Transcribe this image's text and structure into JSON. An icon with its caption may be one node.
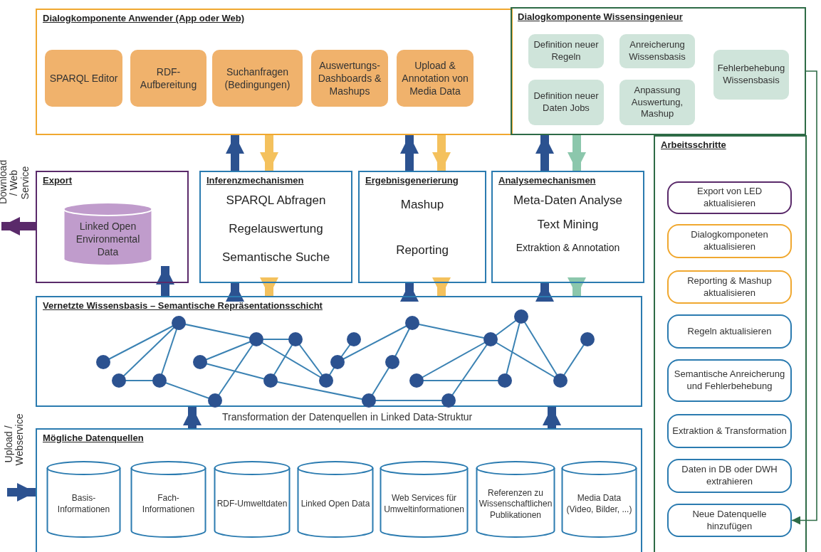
{
  "diagram": {
    "nodes": [
      {
        "text": [
          "Dialogkomponente Anwender (App oder Web)"
        ]
      },
      {
        "text": [
          "SPARQL Editor"
        ],
        "in": 0
      },
      {
        "text": [
          "RDF-Aufbereitung"
        ],
        "in": 0
      },
      {
        "text": [
          "Suchanfragen (Bedingungen)"
        ],
        "in": 0
      },
      {
        "text": [
          "Auswertungs-Dashboards & Mashups"
        ],
        "in": 0
      },
      {
        "text": [
          "Upload & Annotation von Media Data"
        ],
        "in": 0
      },
      {
        "text": [
          "Dialogkomponente Wissensingenieur"
        ]
      },
      {
        "text": [
          "Definition neuer Regeln"
        ],
        "in": 6
      },
      {
        "text": [
          "Anreicherung Wissensbasis"
        ],
        "in": 6
      },
      {
        "text": [
          "Fehlerbehebung Wissensbasis"
        ],
        "in": 6
      },
      {
        "text": [
          "Definition neuer Daten Jobs"
        ],
        "in": 6
      },
      {
        "text": [
          "Anpassung Auswertung, Mashup"
        ],
        "in": 6
      },
      {
        "text": [
          "Export"
        ]
      },
      {
        "text": [
          "Linked Open Environmental Data"
        ],
        "in": 12
      },
      {
        "text": [
          "Inferenzmechanismen",
          "SPARQL Abfragen",
          "Regelauswertung",
          "Semantische Suche"
        ]
      },
      {
        "text": [
          "Ergebnisgenerierung",
          "Mashup",
          "Reporting"
        ]
      },
      {
        "text": [
          "Analysemechanismen",
          "Meta-Daten Analyse",
          "Text Mining",
          "Extraktion & Annotation"
        ]
      },
      {
        "text": [
          "Vernetzte Wissensbasis – Semantische Repräsentationsschicht"
        ]
      },
      {
        "text": [
          "Mögliche Datenquellen"
        ]
      },
      {
        "text": [
          "Basis-Informationen"
        ],
        "in": 18
      },
      {
        "text": [
          "Fach-Informationen"
        ],
        "in": 18
      },
      {
        "text": [
          "RDF-Umweltdaten"
        ],
        "in": 18
      },
      {
        "text": [
          "Linked Open Data"
        ],
        "in": 18
      },
      {
        "text": [
          "Web Services für Umweltinformationen"
        ],
        "in": 18
      },
      {
        "text": [
          "Referenzen zu Wissenschaftlichen Publikationen"
        ],
        "in": 18
      },
      {
        "text": [
          "Media Data (Video, Bilder, ...)"
        ],
        "in": 18
      },
      {
        "text": [
          "Arbeitsschritte"
        ]
      },
      {
        "text": [
          "Export von LED aktualisieren"
        ],
        "in": 26
      },
      {
        "text": [
          "Dialogkomponeten aktualisieren"
        ],
        "in": 26
      },
      {
        "text": [
          "Reporting & Mashup aktualisieren"
        ],
        "in": 26
      },
      {
        "text": [
          "Regeln aktualisieren"
        ],
        "in": 26
      },
      {
        "text": [
          "Semantische Anreicherung und Fehlerbehebung"
        ],
        "in": 26
      },
      {
        "text": [
          "Extraktion & Transformation"
        ],
        "in": 26
      },
      {
        "text": [
          "Daten in DB oder DWH extrahieren"
        ],
        "in": 26
      },
      {
        "text": [
          "Neue Datenquelle hinzufügen"
        ],
        "in": 26
      }
    ],
    "edges": [
      {
        "from": 14,
        "to": 0,
        "arrow": "to"
      },
      {
        "from": 0,
        "to": 14,
        "arrow": "to",
        "color": "#f4c15d"
      },
      {
        "from": 15,
        "to": 0,
        "arrow": "to"
      },
      {
        "from": 0,
        "to": 15,
        "arrow": "to",
        "color": "#f4c15d"
      },
      {
        "from": 16,
        "to": 6,
        "arrow": "to"
      },
      {
        "from": 6,
        "to": 16,
        "arrow": "to",
        "color": "#8cc7ac"
      },
      {
        "from": 12,
        "to": null,
        "arrow": "to",
        "color": "#5a2a6a",
        "label": "Download / Web Service"
      },
      {
        "from": 17,
        "to": 13,
        "arrow": "to"
      },
      {
        "from": 17,
        "to": 14,
        "arrow": "to"
      },
      {
        "from": 14,
        "to": 17,
        "arrow": "to",
        "color": "#f4c15d"
      },
      {
        "from": 17,
        "to": 15,
        "arrow": "to"
      },
      {
        "from": 15,
        "to": 17,
        "arrow": "to",
        "color": "#f4c15d"
      },
      {
        "from": 17,
        "to": 16,
        "arrow": "to"
      },
      {
        "from": 16,
        "to": 17,
        "arrow": "to",
        "color": "#8cc7ac"
      },
      {
        "from": 18,
        "to": 17,
        "arrow": "to"
      },
      {
        "from": 18,
        "to": 17,
        "arrow": "to"
      },
      {
        "from": null,
        "to": 18,
        "arrow": "to",
        "label": "Upload / Webservice"
      },
      {
        "from": 6,
        "to": 34,
        "arrow": "to",
        "color": "#2e6b46"
      }
    ],
    "labels": [
      "Transformation der Datenquellen in Linked Data-Struktur"
    ]
  }
}
